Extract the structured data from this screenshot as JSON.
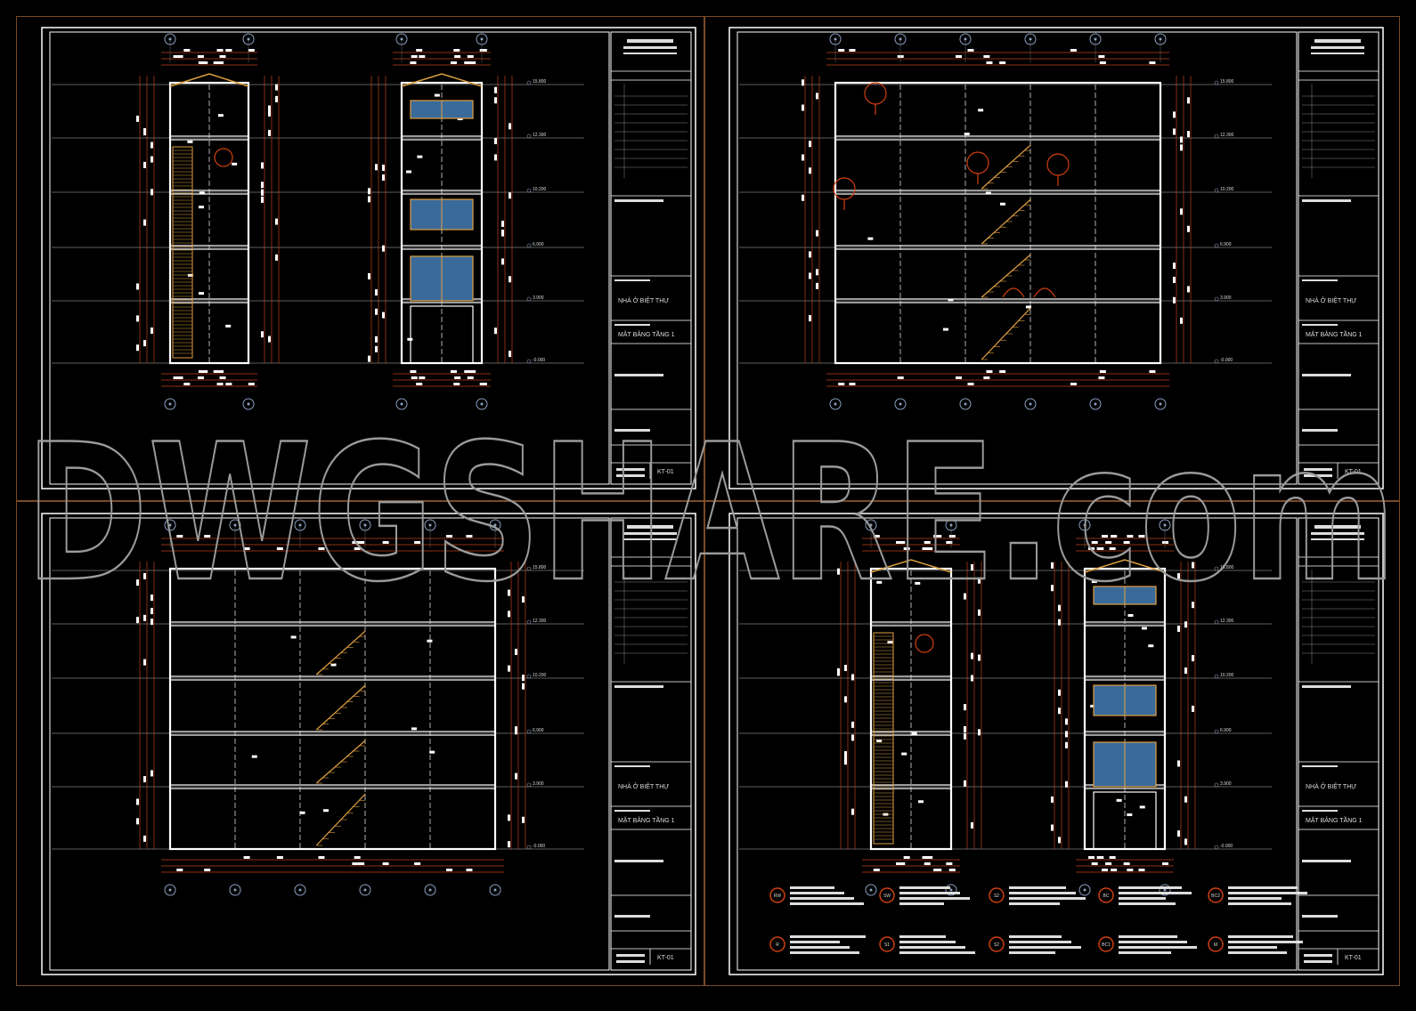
{
  "sheets": [
    {
      "id": "s1",
      "project": "NHÀ Ở BIỆT THỰ",
      "drawing": "MẶT BẰNG TẦNG 1",
      "sheet_no": "KT-01",
      "levels": [
        "15.800",
        "12.300",
        "10.200",
        "6.900",
        "3.900",
        "-0.000"
      ]
    },
    {
      "id": "s2",
      "project": "NHÀ Ở BIỆT THỰ",
      "drawing": "MẶT BẰNG TẦNG 1",
      "sheet_no": "KT-01",
      "levels": [
        "15.800",
        "12.300",
        "10.200",
        "6.900",
        "3.900",
        "-0.000"
      ]
    },
    {
      "id": "s3",
      "project": "NHÀ Ở BIỆT THỰ",
      "drawing": "MẶT BẰNG TẦNG 1",
      "sheet_no": "KT-01",
      "levels": [
        "15.800",
        "12.300",
        "10.200",
        "6.900",
        "3.900",
        "-0.000"
      ]
    },
    {
      "id": "s4",
      "project": "NHÀ Ở BIỆT THỰ",
      "drawing": "MẶT BẰNG TẦNG 1",
      "sheet_no": "KT-01",
      "levels": [
        "15.800",
        "12.300",
        "10.200",
        "6.900",
        "3.900",
        "-0.000"
      ],
      "legend_tags": [
        "RW",
        "SW",
        "S2",
        "BC",
        "BC2",
        "R",
        "S1",
        "S2",
        "BC1",
        "M"
      ]
    }
  ],
  "watermark": {
    "text": "DWGSHARE.com"
  },
  "colors": {
    "background": "#000000",
    "frame": "#ffffff",
    "sheet_border": "#7a4a28",
    "wall": "#ffffff",
    "dimension": "#c0401a",
    "stair": "#e0a040",
    "furniture": "#d04010",
    "window_fill": "#3a6a9a",
    "grid_bubble": "#8aa0c0"
  }
}
